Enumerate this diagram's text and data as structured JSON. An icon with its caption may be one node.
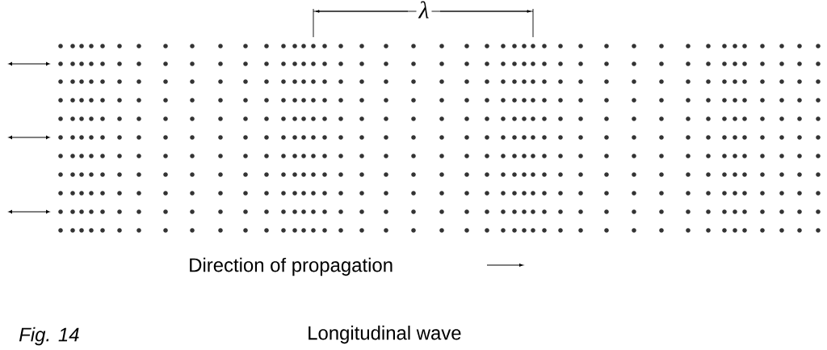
{
  "diagram": {
    "caption": "Longitudinal wave",
    "labels": [
      "λ",
      "Direction of propagation",
      "Fig. 14"
    ]
  }
}
